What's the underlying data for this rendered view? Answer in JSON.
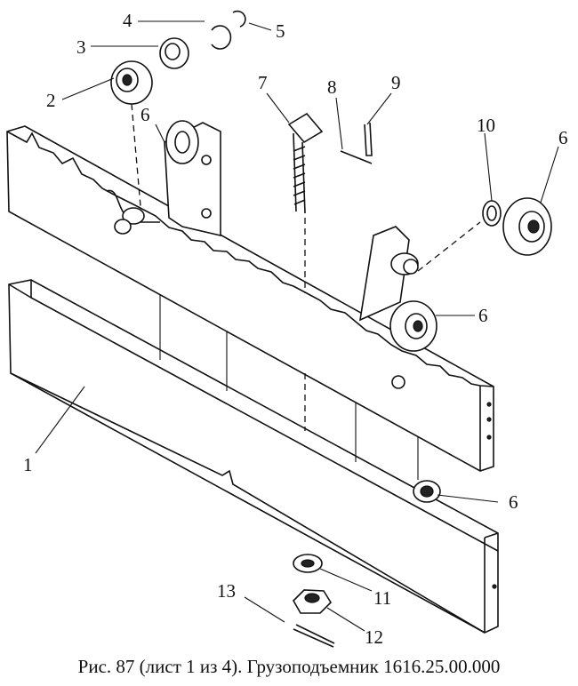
{
  "caption": "Рис. 87 (лист 1 из 4). Грузоподъемник 1616.25.00.000",
  "callouts": [
    "1",
    "2",
    "3",
    "4",
    "5",
    "6",
    "6",
    "6",
    "6",
    "7",
    "8",
    "9",
    "10",
    "11",
    "12",
    "13"
  ]
}
